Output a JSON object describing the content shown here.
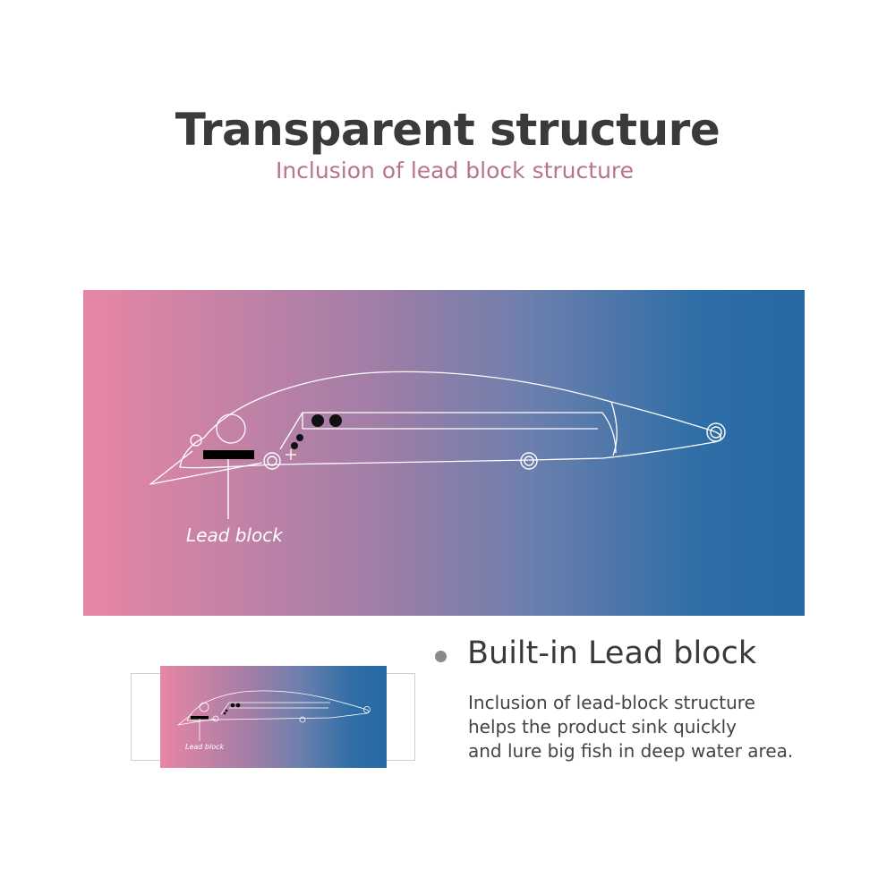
{
  "header": {
    "title": "Transparent structure",
    "subtitle": "Inclusion of lead block structure"
  },
  "diagram": {
    "callout_label": "Lead block",
    "gradient_colors": [
      "#e886a5",
      "#a27ea6",
      "#6c7fad",
      "#2f6ea7",
      "#2669a5"
    ]
  },
  "thumbnail": {
    "callout_label": "Lead block"
  },
  "feature": {
    "title": "Built-in Lead block",
    "description_lines": [
      "Inclusion of lead-block structure",
      "helps the product sink quickly",
      "and lure big fish in deep water area."
    ]
  }
}
